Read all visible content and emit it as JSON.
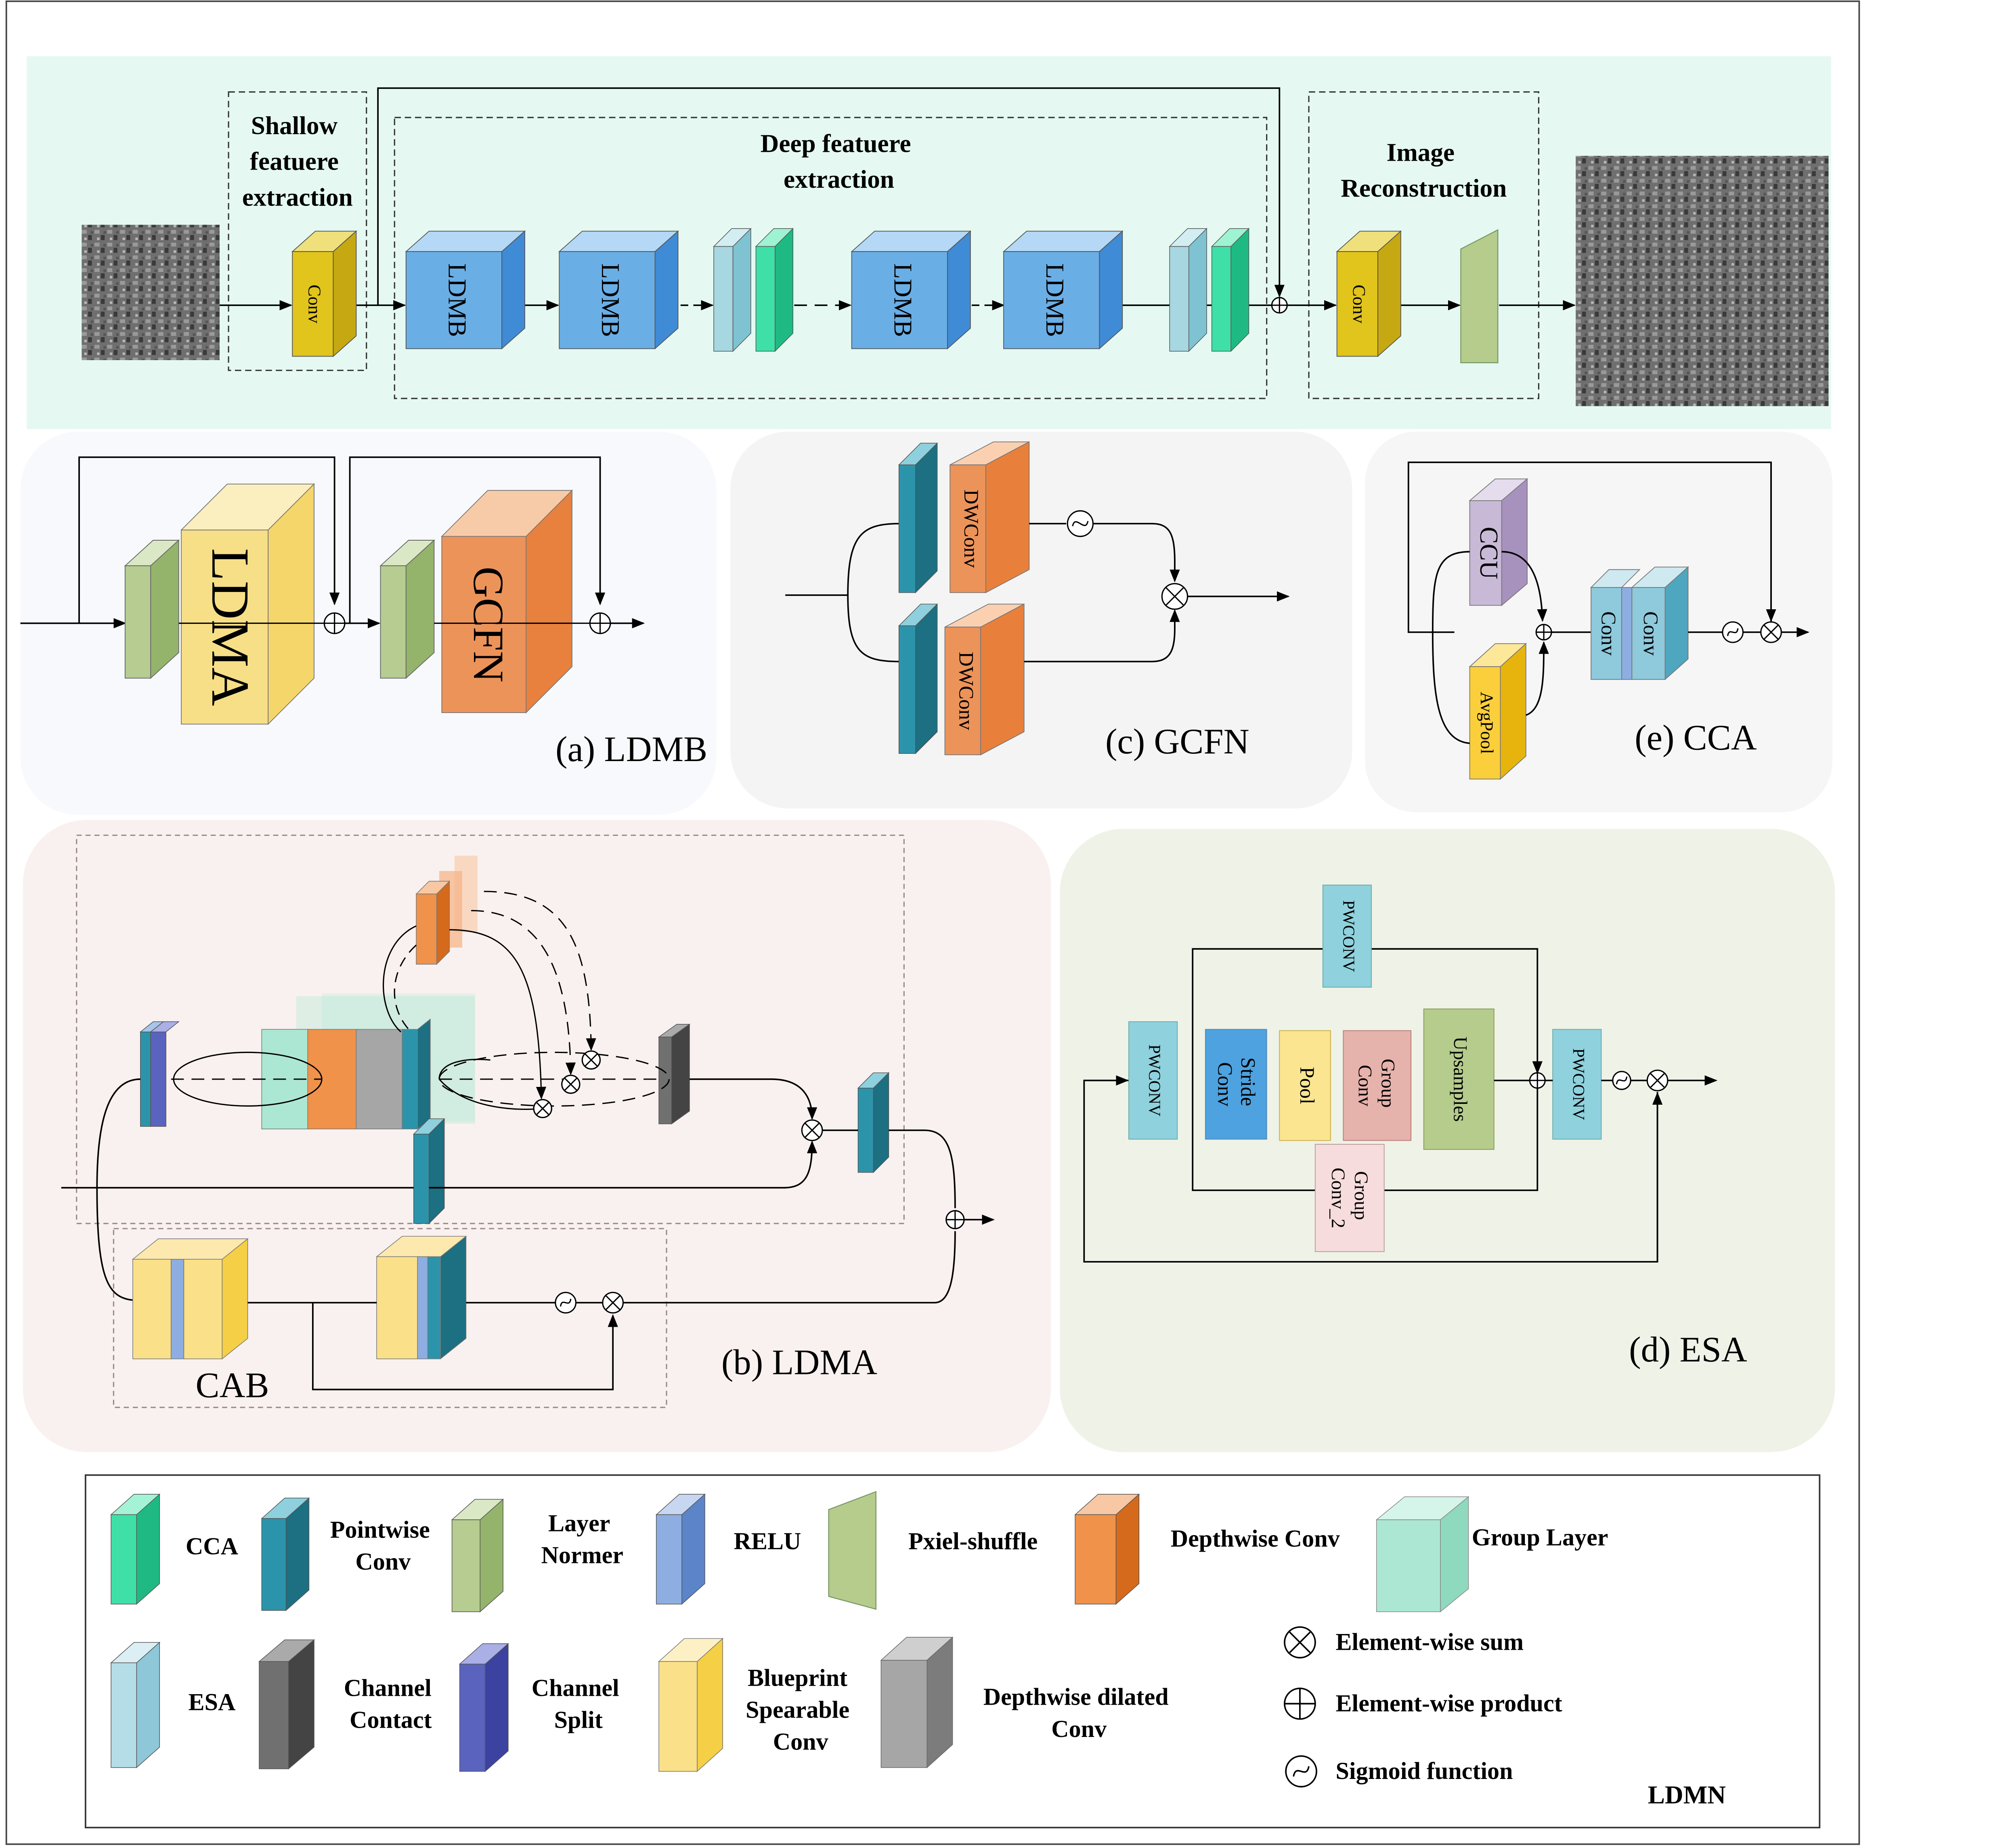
{
  "panels": {
    "main": {
      "shallow_label": [
        "Shallow",
        "featuere",
        "extraction"
      ],
      "deep_label": [
        "Deep featuere",
        "extraction"
      ],
      "recon_label": [
        "Image",
        "Reconstruction"
      ],
      "conv_label": "Conv",
      "ldmb_label": "LDMB"
    },
    "ldmb": {
      "caption": "(a) LDMB",
      "ldma_label": "LDMA",
      "gcfn_label": "GCFN"
    },
    "gcfn": {
      "caption": "(c) GCFN",
      "dwconv_label": "DWConv"
    },
    "cca": {
      "caption": "(e) CCA",
      "ccu_label": "CCU",
      "avgpool_label": "AvgPool",
      "conv_label": "Conv"
    },
    "ldma": {
      "caption": "(b) LDMA",
      "cab_label": "CAB"
    },
    "esa": {
      "caption": "(d) ESA",
      "pwconv_label": "PWCONV",
      "stride_conv": [
        "Stride",
        "Conv"
      ],
      "pool": "Pool",
      "group_conv": [
        "Group",
        "Conv"
      ],
      "upsamples": "Upsamples",
      "group_conv_2": [
        "Group",
        "Conv_2"
      ]
    }
  },
  "legend": {
    "items": [
      {
        "id": "cca",
        "label": [
          "CCA"
        ]
      },
      {
        "id": "pointwise",
        "label": [
          "Pointwise",
          "Conv"
        ]
      },
      {
        "id": "layer-norm",
        "label": [
          "Layer",
          "Normer"
        ]
      },
      {
        "id": "relu",
        "label": [
          "RELU"
        ]
      },
      {
        "id": "pixel-shuffle",
        "label": [
          "Pxiel-shuffle"
        ]
      },
      {
        "id": "depthwise",
        "label": [
          "Depthwise Conv"
        ]
      },
      {
        "id": "group-layer",
        "label": [
          "Group Layer"
        ]
      },
      {
        "id": "esa",
        "label": [
          "ESA"
        ]
      },
      {
        "id": "channel-contact",
        "label": [
          "Channel",
          "Contact"
        ]
      },
      {
        "id": "channel-split",
        "label": [
          "Channel",
          "Split"
        ]
      },
      {
        "id": "blueprint",
        "label": [
          "Blueprint",
          "Spearable",
          "Conv"
        ]
      },
      {
        "id": "dilated",
        "label": [
          "Depthwise dilated",
          "Conv"
        ]
      }
    ],
    "ops": [
      {
        "id": "elementwise-sum",
        "label": "Element-wise sum"
      },
      {
        "id": "elementwise-product",
        "label": "Element-wise product"
      },
      {
        "id": "sigmoid",
        "label": "Sigmoid function"
      }
    ],
    "network_name": "LDMN"
  },
  "colors": {
    "main_bg": "#e5f9f2",
    "ldmb_bg": "#f7f9fc",
    "gcfn_bg": "#f4f4f4",
    "cca_bg": "#f6f6f6",
    "ldma_bg": "#f9f1ef",
    "esa_bg": "#eff2e6",
    "ldmb_block": "#6aaee6",
    "conv_yellow": "#e1c41c",
    "cca_green": "#3ee0a8",
    "esa_light": "#a7d7e0",
    "pointwise": "#2c94aa",
    "layer_norm": "#b6cc91",
    "ldma_yellow": "#f7df87",
    "gcfn_orange": "#ec935a",
    "depthwise": "#f0924a",
    "ccu_purple": "#c8bad7",
    "avgpool_yellow": "#fbcf3b",
    "cca_conv_blue": "#8ec9dc",
    "relu_blue": "#8eaee1",
    "channel_split": "#5a63be",
    "channel_contact": "#707070",
    "dilated_gray": "#a6a6a6",
    "group_layer": "#ace7d3",
    "blueprint": "#fbe08a",
    "esa_stride": "#4da2df",
    "esa_pool": "#fbe591",
    "esa_group": "#e6b2ac",
    "esa_upsample": "#b6cc8c",
    "esa_group2": "#f6dcdc",
    "esa_pw": "#8fd1dd"
  }
}
